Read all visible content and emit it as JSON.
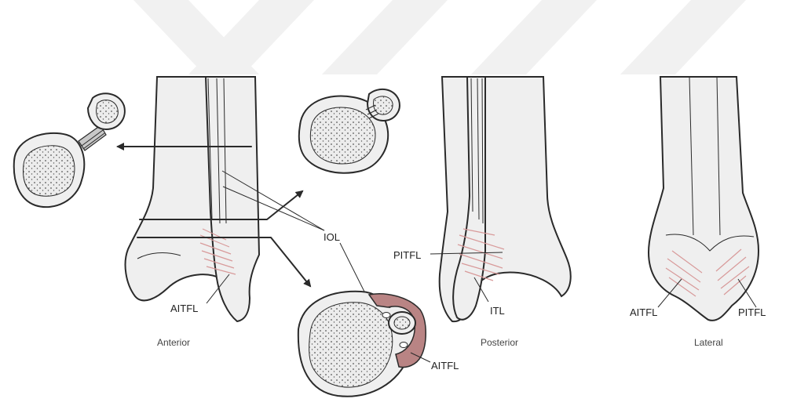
{
  "labels": {
    "iol": "IOL",
    "aitfl_anterior": "AITFL",
    "pitfl_posterior": "PITFL",
    "itl": "ITL",
    "aitfl_cross": "AITFL",
    "aitfl_lateral": "AITFL",
    "pitfl_lateral": "PITFL"
  },
  "views": {
    "anterior": "Anterior",
    "posterior": "Posterior",
    "lateral": "Lateral"
  },
  "colors": {
    "bone_fill": "#efefef",
    "outline": "#2a2a2a",
    "ligament": "#d89a9a",
    "watermark": "#f3f3f3"
  }
}
